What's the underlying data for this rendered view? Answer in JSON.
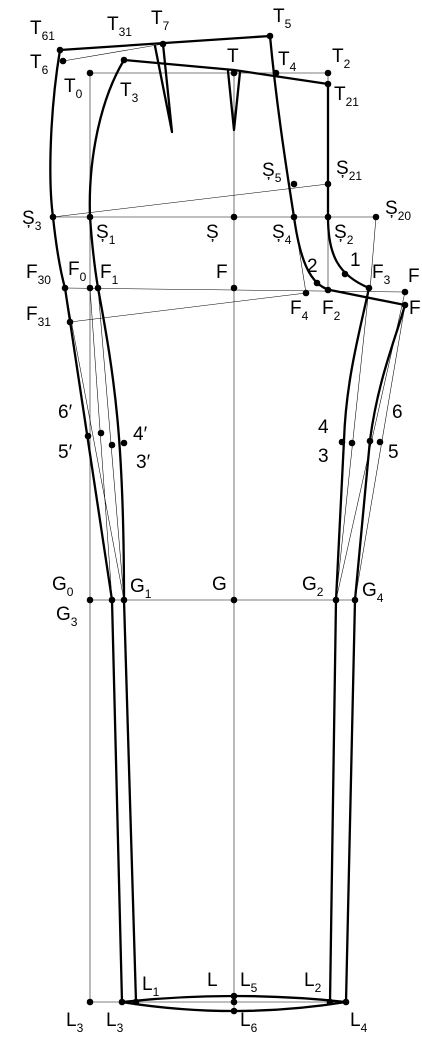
{
  "diagram": {
    "labels": {
      "T61": {
        "base": "T",
        "sub": "61"
      },
      "T31": {
        "base": "T",
        "sub": "31"
      },
      "T7": {
        "base": "T",
        "sub": "7"
      },
      "T5": {
        "base": "T",
        "sub": "5"
      },
      "T6": {
        "base": "T",
        "sub": "6"
      },
      "T0": {
        "base": "T",
        "sub": "0"
      },
      "T3": {
        "base": "T",
        "sub": "3"
      },
      "T": {
        "base": "T",
        "sub": ""
      },
      "T4": {
        "base": "T",
        "sub": "4"
      },
      "T2": {
        "base": "T",
        "sub": "2"
      },
      "T21": {
        "base": "T",
        "sub": "21"
      },
      "S5": {
        "base": "Ș",
        "sub": "5"
      },
      "S21": {
        "base": "Ș",
        "sub": "21"
      },
      "S3": {
        "base": "Ș",
        "sub": "3"
      },
      "S1": {
        "base": "Ș",
        "sub": "1"
      },
      "S": {
        "base": "Ș",
        "sub": ""
      },
      "S4": {
        "base": "Ș",
        "sub": "4"
      },
      "S2": {
        "base": "Ș",
        "sub": "2"
      },
      "S20": {
        "base": "Ș",
        "sub": "20"
      },
      "F30": {
        "base": "F",
        "sub": "30"
      },
      "F0": {
        "base": "F",
        "sub": "0"
      },
      "F1": {
        "base": "F",
        "sub": "1"
      },
      "F": {
        "base": "F",
        "sub": ""
      },
      "n2": {
        "base": "2",
        "sub": ""
      },
      "n1": {
        "base": "1",
        "sub": ""
      },
      "F3": {
        "base": "F",
        "sub": "3"
      },
      "FR1": {
        "base": "F",
        "sub": ""
      },
      "FR2": {
        "base": "F",
        "sub": ""
      },
      "F31": {
        "base": "F",
        "sub": "31"
      },
      "F4": {
        "base": "F",
        "sub": "4"
      },
      "F2": {
        "base": "F",
        "sub": "2"
      },
      "p6p": {
        "base": "6′",
        "sub": ""
      },
      "p4p": {
        "base": "4′",
        "sub": ""
      },
      "p5p": {
        "base": "5′",
        "sub": ""
      },
      "p3p": {
        "base": "3′",
        "sub": ""
      },
      "p4": {
        "base": "4",
        "sub": ""
      },
      "p6": {
        "base": "6",
        "sub": ""
      },
      "p3": {
        "base": "3",
        "sub": ""
      },
      "p5": {
        "base": "5",
        "sub": ""
      },
      "G0": {
        "base": "G",
        "sub": "0"
      },
      "G1": {
        "base": "G",
        "sub": "1"
      },
      "G": {
        "base": "G",
        "sub": ""
      },
      "G2": {
        "base": "G",
        "sub": "2"
      },
      "G4": {
        "base": "G",
        "sub": "4"
      },
      "G3": {
        "base": "G",
        "sub": "3"
      },
      "L1": {
        "base": "L",
        "sub": "1"
      },
      "L": {
        "base": "L",
        "sub": ""
      },
      "L5": {
        "base": "L",
        "sub": "5"
      },
      "L2": {
        "base": "L",
        "sub": "2"
      },
      "L3a": {
        "base": "L",
        "sub": "3"
      },
      "L3b": {
        "base": "L",
        "sub": "3"
      },
      "L6": {
        "base": "L",
        "sub": "6"
      },
      "L4": {
        "base": "L",
        "sub": "4"
      }
    }
  }
}
